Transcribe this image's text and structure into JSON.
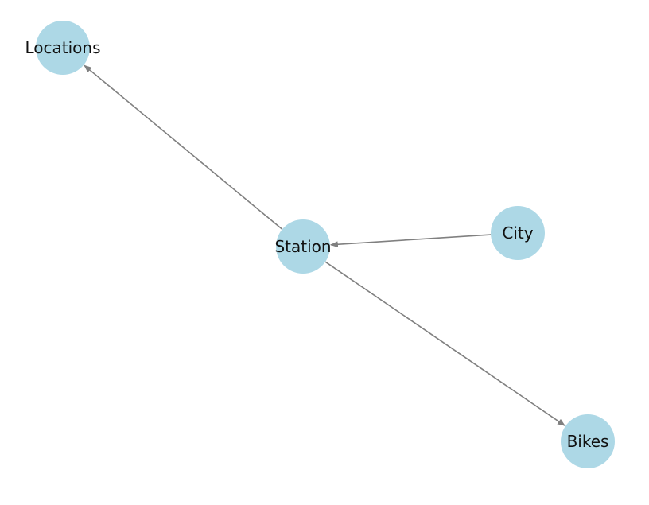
{
  "diagram": {
    "type": "directed-graph",
    "colors": {
      "node_fill": "#add8e6",
      "edge": "#808080",
      "label": "#111111",
      "background": "#ffffff"
    },
    "nodes": [
      {
        "id": "locations",
        "label": "Locations"
      },
      {
        "id": "station",
        "label": "Station"
      },
      {
        "id": "city",
        "label": "City"
      },
      {
        "id": "bikes",
        "label": "Bikes"
      }
    ],
    "edges": [
      {
        "from": "station",
        "to": "locations"
      },
      {
        "from": "city",
        "to": "station"
      },
      {
        "from": "station",
        "to": "bikes"
      }
    ]
  }
}
